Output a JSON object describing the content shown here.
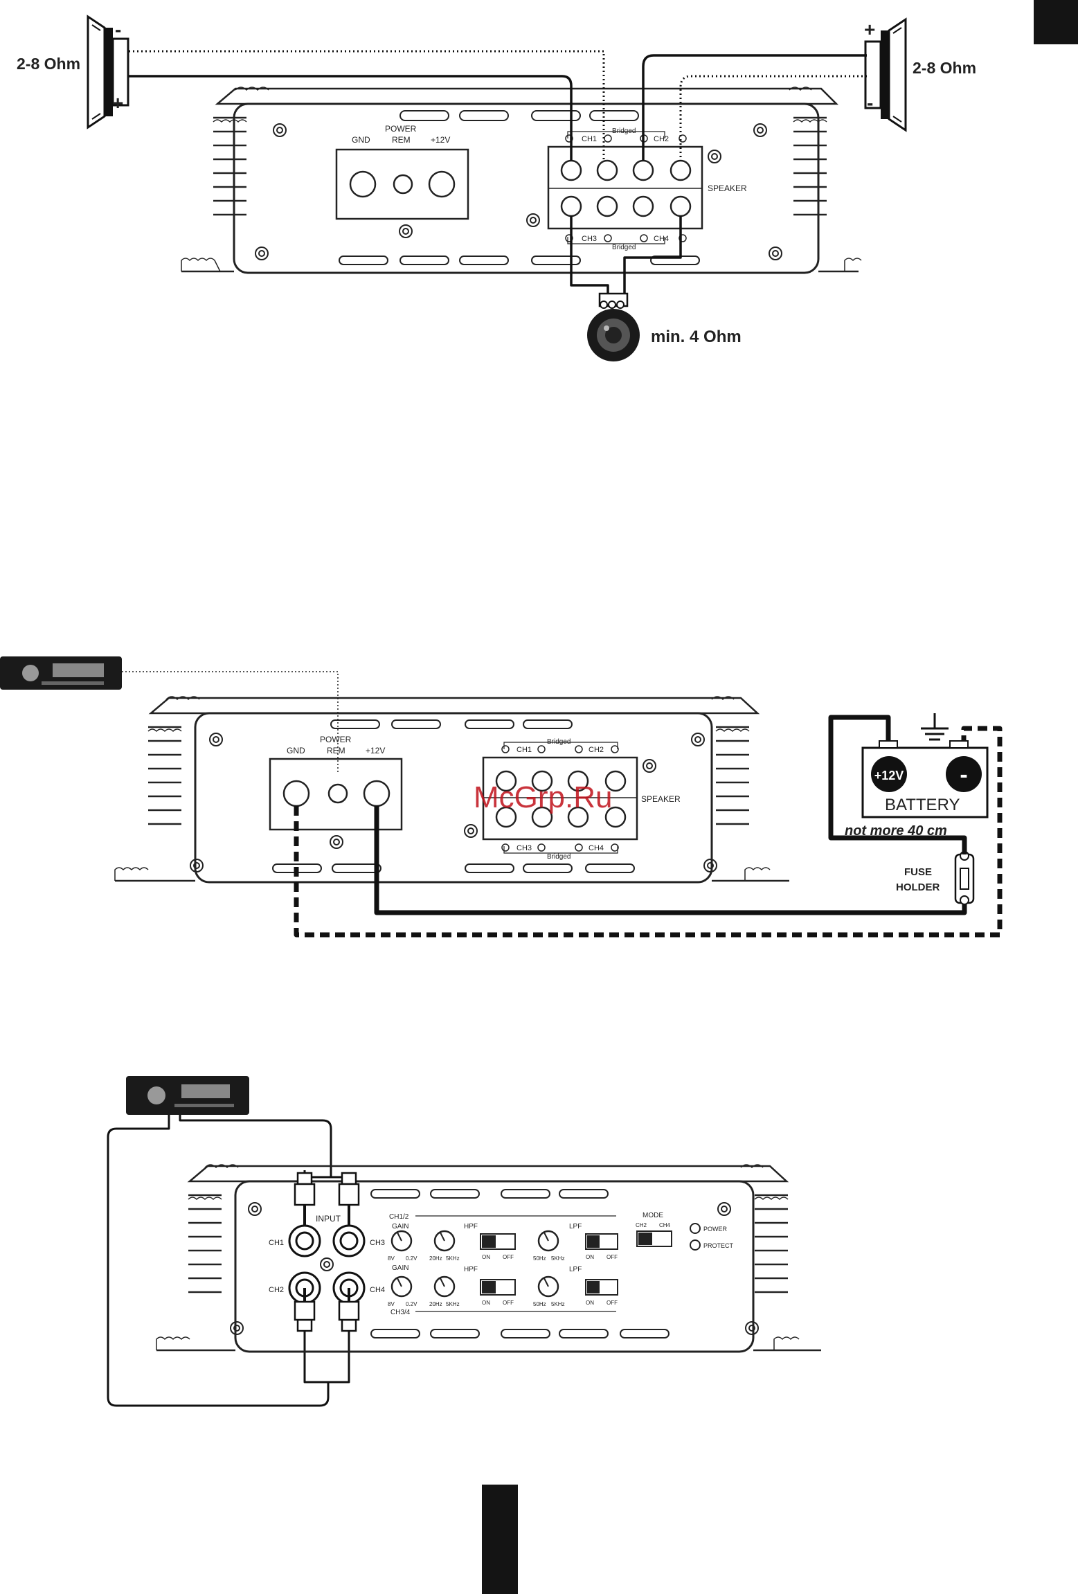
{
  "speaker_section": {
    "left_speaker_ohm": "2-8 Ohm",
    "right_speaker_ohm": "2-8 Ohm",
    "sub_ohm": "min. 4 Ohm",
    "plus": "+",
    "minus": "-",
    "terminals": {
      "gnd": "GND",
      "power_rem": "POWER",
      "rem": "REM",
      "v12": "+12V"
    },
    "speaker_label": "SPEAKER",
    "bridged": "Bridged",
    "ch1": "CH1",
    "ch2": "CH2",
    "ch3": "CH3",
    "ch4": "CH4"
  },
  "power_section": {
    "terminals": {
      "gnd": "GND",
      "power_rem": "POWER",
      "rem": "REM",
      "v12": "+12V"
    },
    "speaker_label": "SPEAKER",
    "bridged": "Bridged",
    "ch1": "CH1",
    "ch2": "CH2",
    "ch3": "CH3",
    "ch4": "CH4",
    "battery": "BATTERY",
    "battery_plus": "+12V",
    "battery_minus": "-",
    "distance": "not more 40 cm",
    "fuse_holder_1": "FUSE",
    "fuse_holder_2": "HOLDER"
  },
  "input_section": {
    "input": "INPUT",
    "ch1": "CH1",
    "ch2": "CH2",
    "ch3": "CH3",
    "ch4": "CH4",
    "ch12": "CH1/2",
    "ch34": "CH3/4",
    "gain": "GAIN",
    "gain_min": "8V",
    "gain_max": "0.2V",
    "hpf": "HPF",
    "hpf_min": "20Hz",
    "hpf_max": "5KHz",
    "lpf": "LPF",
    "lpf_min": "50Hz",
    "lpf_max": "5KHz",
    "on": "ON",
    "off": "OFF",
    "mode": "MODE",
    "mode_ch2": "CH2",
    "mode_ch4": "CH4",
    "power_led": "POWER",
    "protect_led": "PROTECT"
  },
  "watermark": "McGrp.Ru",
  "colors": {
    "ink": "#141414",
    "watermark": "#c0101a"
  }
}
